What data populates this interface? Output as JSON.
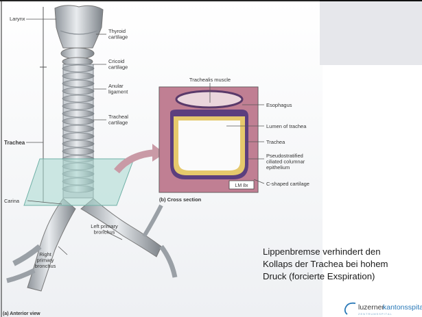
{
  "figure": {
    "labels": {
      "larynx": "Larynx",
      "thyroid": "Thyroid\ncartilage",
      "cricoid": "Cricoid\ncartilage",
      "anular": "Anular\nligament",
      "tracheal_cart": "Tracheal\ncartilage",
      "trachea_left": "Trachea",
      "carina": "Carina",
      "left_bronchus": "Left primary\nbronchus",
      "right_bronchus": "Right\nprimary\nbronchus",
      "anterior": "(a) Anterior view"
    },
    "cross_section": {
      "trachealis": "Trachealis muscle",
      "esophagus": "Esophagus",
      "lumen": "Lumen of trachea",
      "trachea": "Trachea",
      "epithelium": "Pseudostratified\nciliated columnar\nepithelium",
      "cshaped": "C-shaped cartilage",
      "magnification": "LM 8x",
      "title": "(b) Cross section"
    }
  },
  "caption": "Lippenbremse verhindert den\nKollaps der Trachea bei hohem\nDruck (forcierte Exspiration)",
  "logo": {
    "word1": "luzerner",
    "word2": "kantonsspital",
    "tagline": "ZENTRUMSSPITAL"
  }
}
